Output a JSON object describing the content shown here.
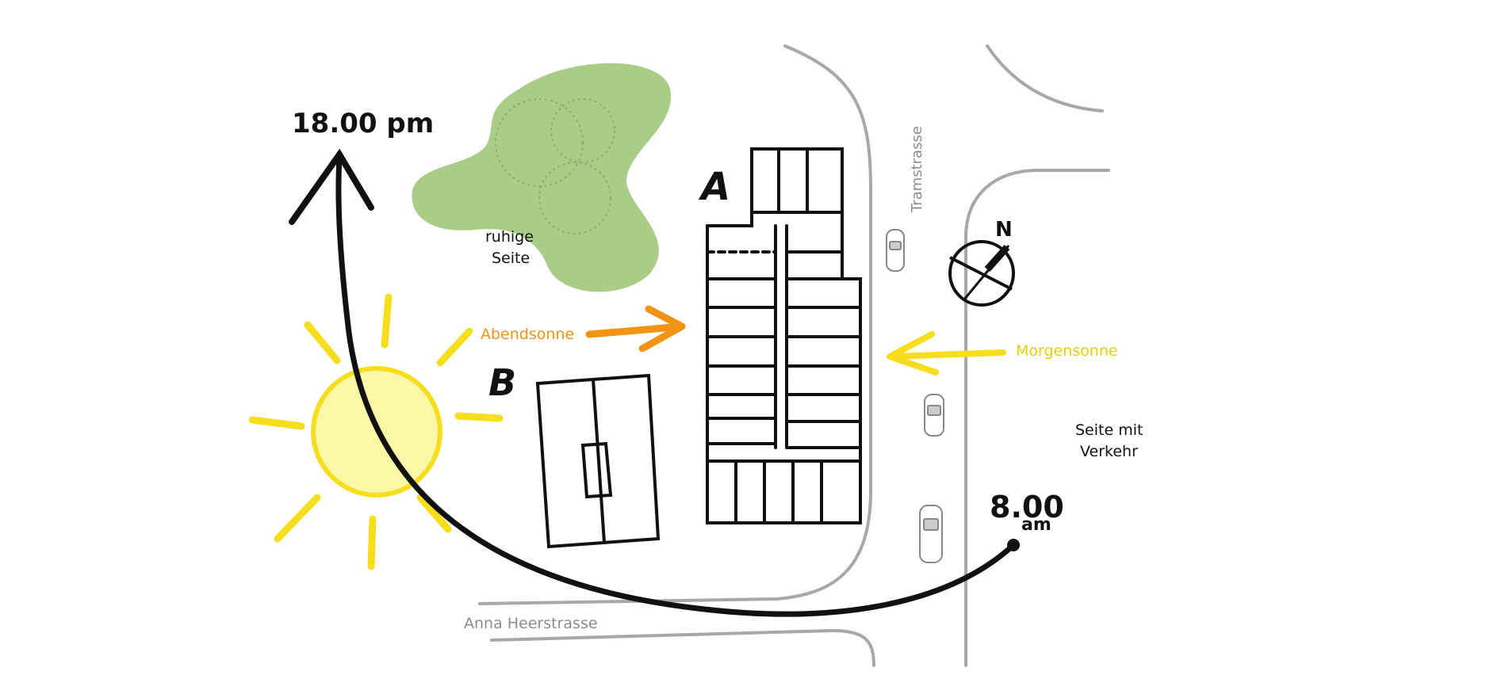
{
  "labels": {
    "time_evening": "18.00 pm",
    "time_morning_number": "8.00",
    "time_morning_suffix": "am",
    "quiet_side_line1": "ruhige",
    "quiet_side_line2": "Seite",
    "evening_sun": "Abendsonne",
    "morning_sun": "Morgensonne",
    "traffic_side_line1": "Seite mit",
    "traffic_side_line2": "Verkehr",
    "street_tram": "Tramstrasse",
    "street_anna": "Anna Heerstrasse",
    "building_a": "A",
    "building_b": "B",
    "north": "N"
  },
  "colors": {
    "ink": "#111111",
    "sun_yellow": "#f6de1e",
    "sun_fill": "#fbf7a6",
    "evening_orange": "#f39314",
    "morning_yellow": "#e3cf0c",
    "green_area": "#a9cd87",
    "road_gray": "#a8a8a8",
    "street_text": "#8c8c8c"
  },
  "icons": [
    "sun-icon",
    "compass-icon",
    "car-icon",
    "tree-icon",
    "arrow-icon"
  ]
}
